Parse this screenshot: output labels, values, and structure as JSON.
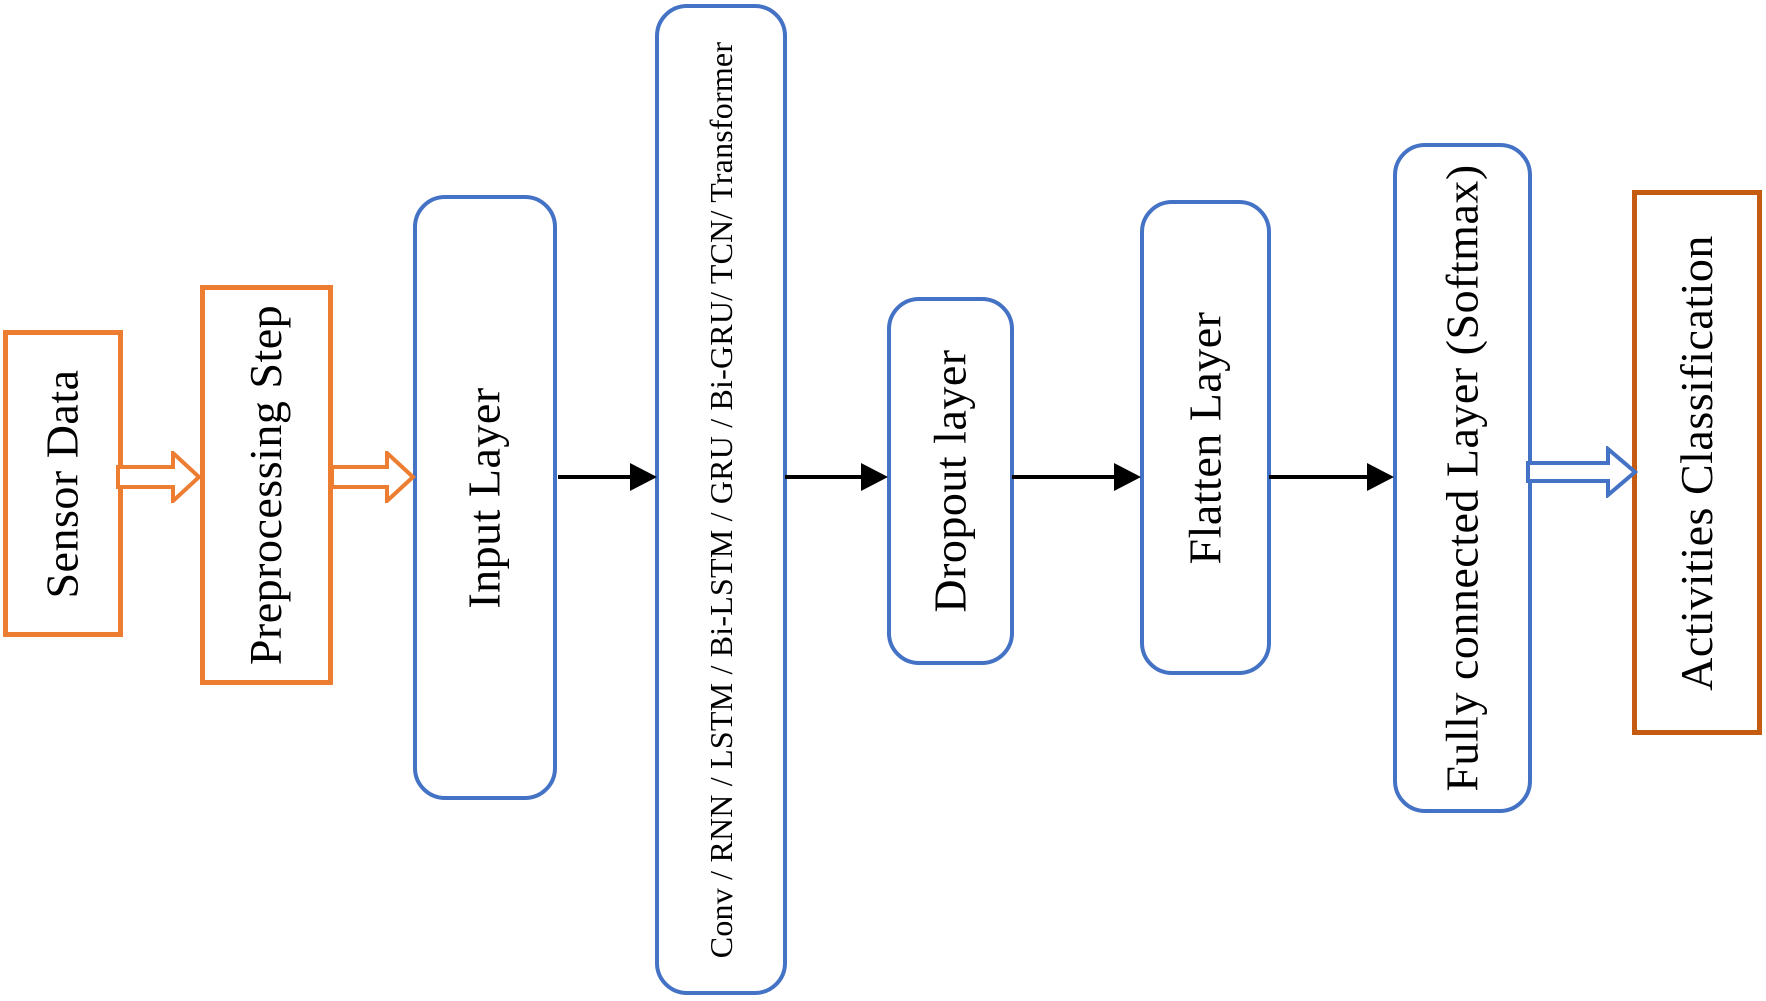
{
  "diagram": {
    "colors": {
      "orange": "#ED7D31",
      "dark_orange": "#C55A11",
      "blue": "#4472C4",
      "black": "#000000",
      "background": "#FFFFFF",
      "node_fill": "#FFFFFF",
      "text": "#000000"
    },
    "text_orientation": "rotated-90-ccw (reads bottom to top)",
    "nodes": [
      {
        "id": "sensor-data",
        "label": "Sensor Data",
        "shape": "rectangle",
        "border_color": "#ED7D31"
      },
      {
        "id": "preprocessing-step",
        "label": "Preprocessing Step",
        "shape": "rectangle",
        "border_color": "#ED7D31"
      },
      {
        "id": "input-layer",
        "label": "Input Layer",
        "shape": "rounded-rectangle",
        "border_color": "#4472C4"
      },
      {
        "id": "model-layers",
        "label": "Conv / RNN / LSTM / Bi-LSTM / GRU / Bi-GRU/ TCN/ Transformer",
        "shape": "rounded-rectangle",
        "border_color": "#4472C4"
      },
      {
        "id": "dropout-layer",
        "label": "Dropout layer",
        "shape": "rounded-rectangle",
        "border_color": "#4472C4"
      },
      {
        "id": "flatten-layer",
        "label": "Flatten Layer",
        "shape": "rounded-rectangle",
        "border_color": "#4472C4"
      },
      {
        "id": "fully-connected-layer",
        "label": "Fully connected Layer (Softmax)",
        "shape": "rounded-rectangle",
        "border_color": "#4472C4"
      },
      {
        "id": "activities-classification",
        "label": "Activities Classification",
        "shape": "rectangle",
        "border_color": "#C55A11"
      }
    ],
    "connectors": [
      {
        "from": "sensor-data",
        "to": "preprocessing-step",
        "style": "hollow-double-arrow",
        "color": "#ED7D31"
      },
      {
        "from": "preprocessing-step",
        "to": "input-layer",
        "style": "hollow-double-arrow",
        "color": "#ED7D31"
      },
      {
        "from": "input-layer",
        "to": "model-layers",
        "style": "solid-arrow",
        "color": "#000000"
      },
      {
        "from": "model-layers",
        "to": "dropout-layer",
        "style": "solid-arrow",
        "color": "#000000"
      },
      {
        "from": "dropout-layer",
        "to": "flatten-layer",
        "style": "solid-arrow",
        "color": "#000000"
      },
      {
        "from": "flatten-layer",
        "to": "fully-connected-layer",
        "style": "solid-arrow",
        "color": "#000000"
      },
      {
        "from": "fully-connected-layer",
        "to": "activities-classification",
        "style": "hollow-double-arrow",
        "color": "#4472C4"
      }
    ]
  }
}
